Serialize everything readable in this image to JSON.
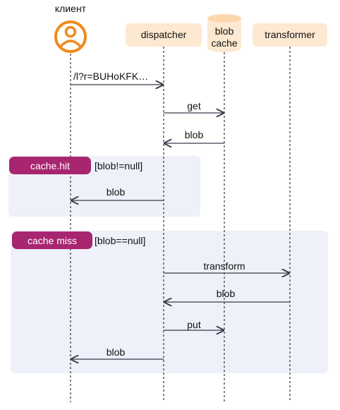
{
  "actors": {
    "client": "клиент",
    "dispatcher": "dispatcher",
    "blob_cache_line1": "blob",
    "blob_cache_line2": "cache",
    "transformer": "transformer"
  },
  "fragments": {
    "hit": {
      "tag": "cache.hit",
      "guard": "[blob!=null]"
    },
    "miss": {
      "tag": "cache miss",
      "guard": "[blob==null]"
    }
  },
  "messages": {
    "request": "/l?r=BUHoKFK…",
    "get": "get",
    "blob_from_cache": "blob",
    "blob_to_client_hit": "blob",
    "transform": "transform",
    "blob_from_transformer": "blob",
    "put": "put",
    "blob_to_client_miss": "blob"
  },
  "colors": {
    "client_icon": "#f08a1c",
    "participant_box": "#fde9d1",
    "fragment_bg": "#eef1f9",
    "fragment_tag": "#a82570",
    "lifeline": "#333333",
    "arrow": "#3a3a4a"
  }
}
